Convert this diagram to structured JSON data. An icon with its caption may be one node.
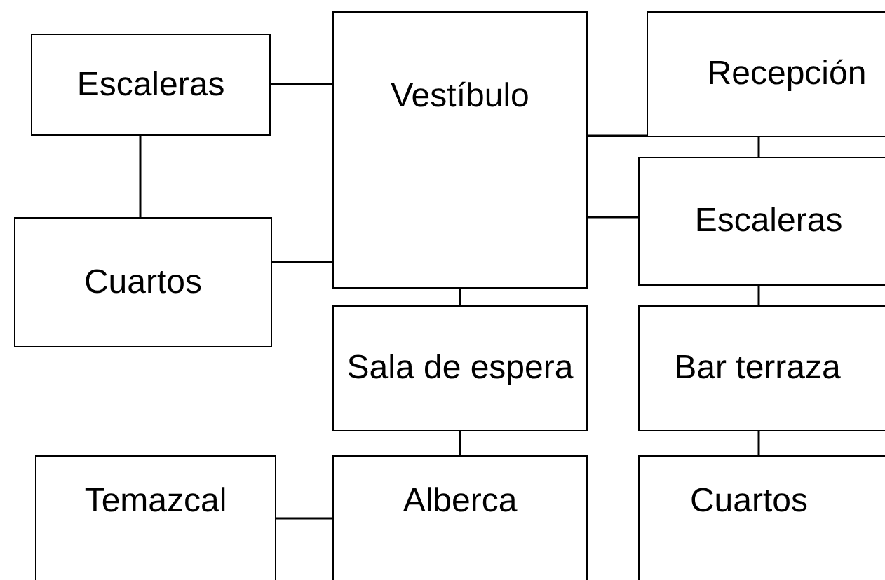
{
  "diagram": {
    "nodes": [
      {
        "text": [
          "Escaleras"
        ]
      },
      {
        "text": [
          "Vestíbulo"
        ]
      },
      {
        "text": [
          "Recepción"
        ]
      },
      {
        "text": [
          "Escaleras"
        ]
      },
      {
        "text": [
          "Cuartos"
        ]
      },
      {
        "text": [
          "Sala de espera"
        ]
      },
      {
        "text": [
          "Bar terraza"
        ]
      },
      {
        "text": [
          "Temazcal"
        ]
      },
      {
        "text": [
          "Alberca"
        ]
      },
      {
        "text": [
          "Cuartos"
        ]
      }
    ],
    "edges": [
      {
        "from": 0,
        "to": 1,
        "arrow": "none"
      },
      {
        "from": 0,
        "to": 4,
        "arrow": "none"
      },
      {
        "from": 4,
        "to": 1,
        "arrow": "none"
      },
      {
        "from": 1,
        "to": 2,
        "arrow": "none"
      },
      {
        "from": 2,
        "to": 3,
        "arrow": "none"
      },
      {
        "from": 1,
        "to": 3,
        "arrow": "none"
      },
      {
        "from": 1,
        "to": 5,
        "arrow": "none"
      },
      {
        "from": 3,
        "to": 6,
        "arrow": "none"
      },
      {
        "from": 5,
        "to": 8,
        "arrow": "none"
      },
      {
        "from": 6,
        "to": 9,
        "arrow": "none"
      },
      {
        "from": 7,
        "to": 8,
        "arrow": "none"
      }
    ]
  }
}
